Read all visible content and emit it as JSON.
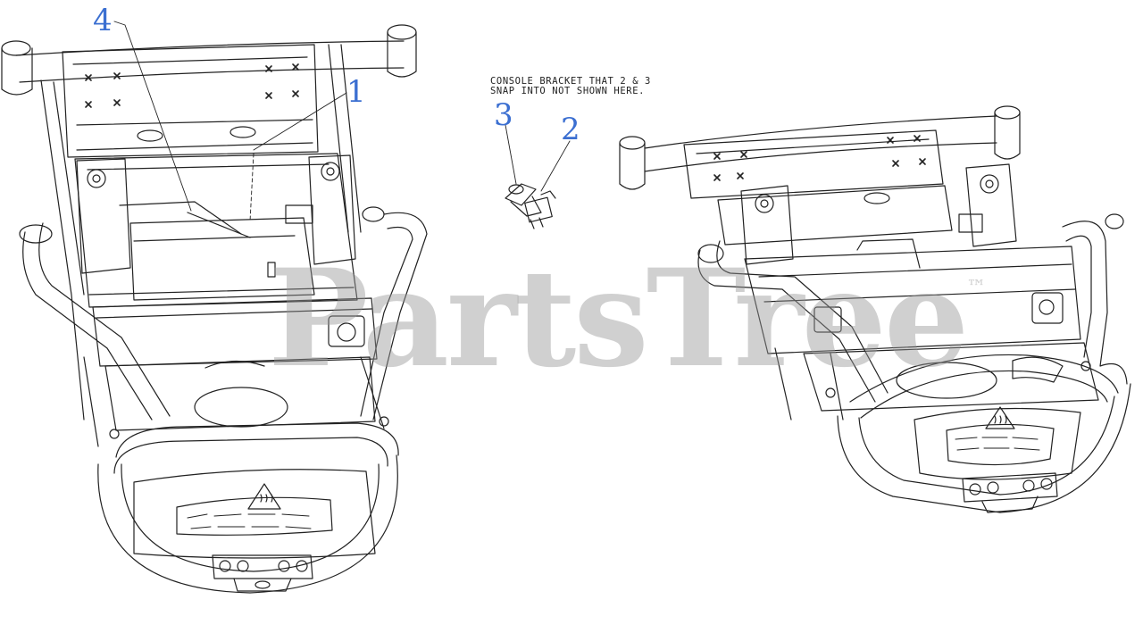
{
  "diagram": {
    "callouts": [
      {
        "id": "1",
        "label": "1"
      },
      {
        "id": "2",
        "label": "2"
      },
      {
        "id": "3",
        "label": "3"
      },
      {
        "id": "4",
        "label": "4"
      }
    ],
    "note_line1": "CONSOLE BRACKET THAT 2 & 3",
    "note_line2": "SNAP INTO NOT SHOWN HERE.",
    "watermark": "PartsTree",
    "watermark_mark": "™",
    "colors": {
      "callout": "#3b6fd1",
      "line": "#222222",
      "watermark": "#969696"
    }
  }
}
